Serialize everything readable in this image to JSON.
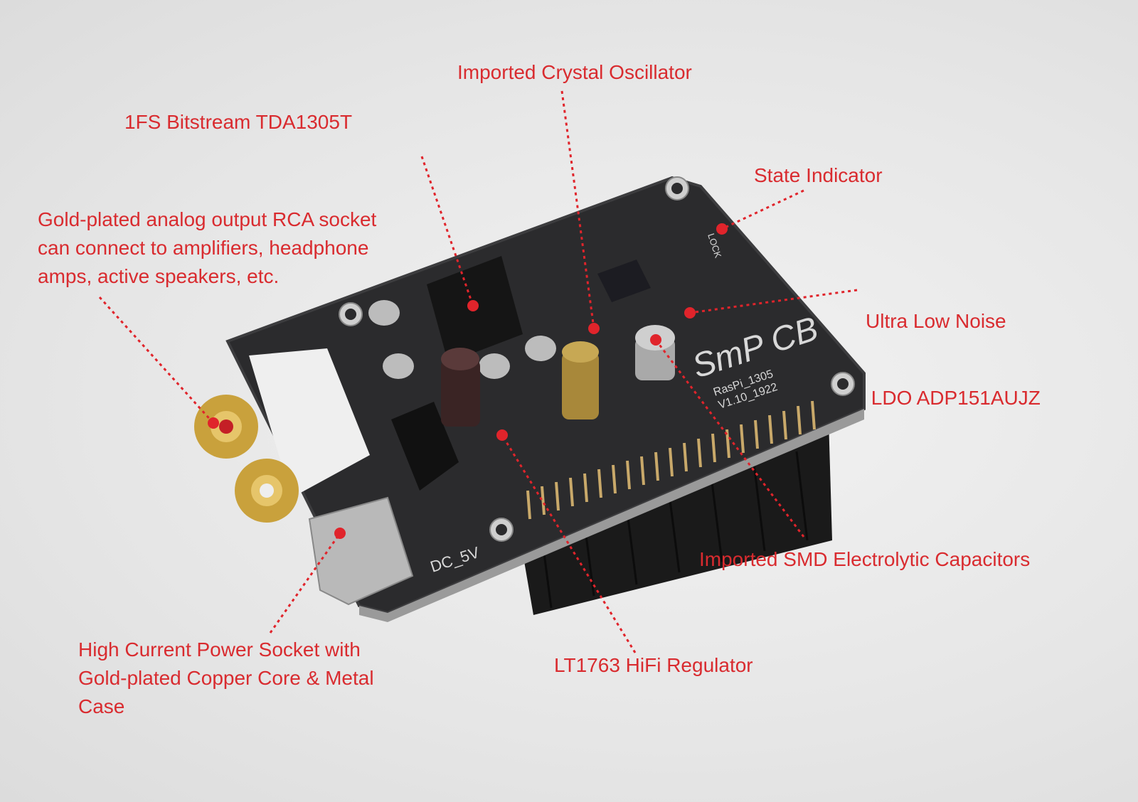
{
  "board": {
    "silkscreen_logo": "SmP CB",
    "silkscreen_model": "RasPi_1305",
    "silkscreen_version": "V1.10_1922",
    "silkscreen_power": "DC_5V",
    "silkscreen_led": "LOCK"
  },
  "callouts": [
    {
      "id": "crystal",
      "lines": [
        "Imported Crystal Oscillator"
      ]
    },
    {
      "id": "dac",
      "lines": [
        "1FS Bitstream TDA1305T"
      ]
    },
    {
      "id": "state",
      "lines": [
        "State Indicator"
      ]
    },
    {
      "id": "rca",
      "lines": [
        "Gold-plated analog output RCA socket",
        "can connect to amplifiers, headphone",
        "amps, active speakers, etc."
      ]
    },
    {
      "id": "ldo",
      "lines": [
        "Ultra Low Noise",
        " LDO ADP151AUJZ"
      ]
    },
    {
      "id": "caps",
      "lines": [
        "Imported SMD Electrolytic Capacitors"
      ]
    },
    {
      "id": "regulator",
      "lines": [
        "LT1763 HiFi Regulator"
      ]
    },
    {
      "id": "power",
      "lines": [
        "High Current Power Socket with",
        "Gold-plated Copper Core & Metal",
        "Case"
      ]
    }
  ],
  "colors": {
    "annotation": "#d92b2f",
    "pcb": "#2b2b2d"
  }
}
